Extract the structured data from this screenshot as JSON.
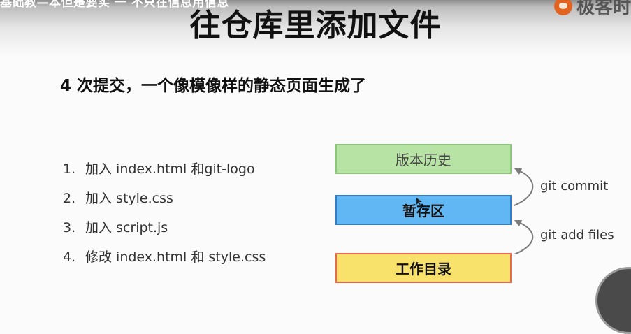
{
  "overlay": {
    "caption": "基础教—本但是要实   一   不只在信息用信息"
  },
  "logo": {
    "text": "极客时"
  },
  "slide": {
    "title": "往仓库里添加文件",
    "subtitle": "4 次提交，一个像模像样的静态页面生成了",
    "steps": [
      {
        "num": "1.",
        "text": "加入 index.html 和git-logo"
      },
      {
        "num": "2.",
        "text": "加入 style.css"
      },
      {
        "num": "3.",
        "text": "加入 script.js"
      },
      {
        "num": "4.",
        "text": "修改 index.html 和 style.css"
      }
    ],
    "diagram": {
      "history": "版本历史",
      "staging": "暂存区",
      "working": "工作目录",
      "commit_cmd": "git commit",
      "add_cmd": "git add files"
    }
  },
  "colors": {
    "history_fill": "#b7e4a4",
    "staging_fill": "#61b7f4",
    "working_fill": "#f9e26b",
    "working_border": "#e86b49"
  }
}
